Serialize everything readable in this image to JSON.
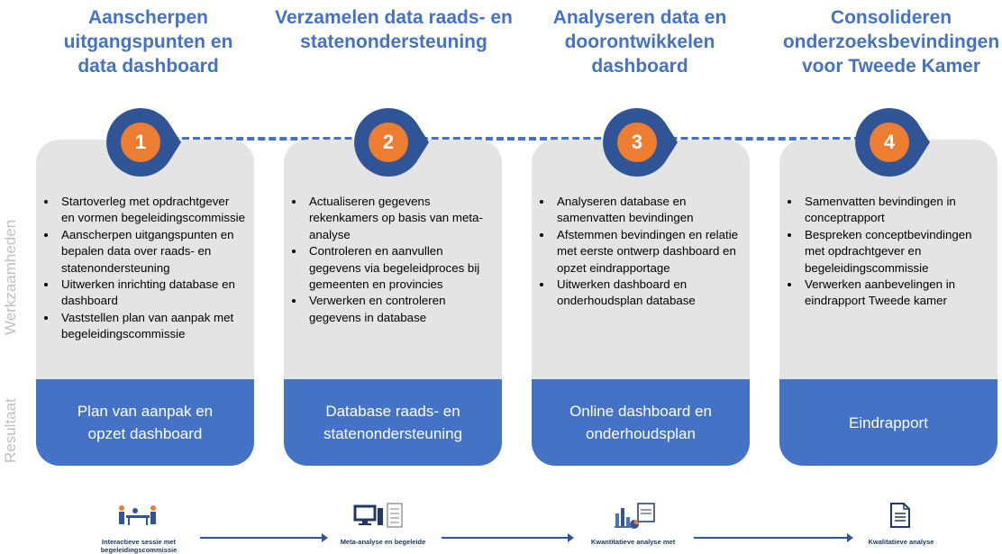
{
  "side_labels": {
    "activities": "Werkzaamheden",
    "result": "Resultaat"
  },
  "phases": [
    {
      "number": "1",
      "title": "Aanscherpen uitgangspunten en data dashboard",
      "items": [
        "Startoverleg met opdrachtgever en vormen begeleidingscommissie",
        "Aanscherpen uitgangspunten en bepalen data over raads- en statenondersteuning",
        "Uitwerken inrichting database en dashboard",
        "Vaststellen plan van aanpak met begeleidingscommissie"
      ],
      "result": "Plan van aanpak en opzet dashboard"
    },
    {
      "number": "2",
      "title": "Verzamelen data raads- en statenondersteuning",
      "items": [
        "Actualiseren gegevens rekenkamers op basis van meta-analyse",
        "Controleren en aanvullen gegevens via begeleidproces bij gemeenten en provincies",
        "Verwerken en controleren gegevens in database"
      ],
      "result": "Database raads- en statenondersteuning"
    },
    {
      "number": "3",
      "title": "Analyseren data en doorontwikkelen dashboard",
      "items": [
        "Analyseren database en samenvatten bevindingen",
        "Afstemmen bevindingen en relatie met eerste ontwerp dashboard en opzet eindrapportage",
        "Uitwerken dashboard en onderhoudsplan database"
      ],
      "result": "Online dashboard en onderhoudsplan"
    },
    {
      "number": "4",
      "title": "Consolideren onderzoeksbevindingen voor Tweede Kamer",
      "items": [
        "Samenvatten bevindingen in conceptrapport",
        "Bespreken conceptbevindingen met opdrachtgever en begeleidingscommissie",
        "Verwerken aanbevelingen in eindrapport Tweede kamer"
      ],
      "result": "Eindrapport"
    }
  ],
  "methods": [
    {
      "caption": "Interactieve sessie met begeleidingscommissie",
      "icon": "meeting-icon"
    },
    {
      "caption": "Meta-analyse en begeleide",
      "icon": "computer-checklist-icon"
    },
    {
      "caption": "Kwantitatieve analyse met",
      "icon": "chart-report-icon"
    },
    {
      "caption": "Kwalitatieve analyse",
      "icon": "document-icon"
    }
  ],
  "colors": {
    "accent": "#4472C4",
    "number": "#ED7D31",
    "card": "#E4E4E4",
    "label": "#BFBFBF"
  }
}
